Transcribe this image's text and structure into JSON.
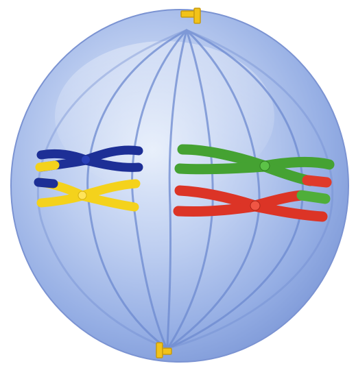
{
  "figure": {
    "subject": "cell-division",
    "colors": {
      "cell_fill_center": "#dfe8f8",
      "cell_fill_mid": "#aec2ec",
      "cell_fill_edge": "#7f9ad8",
      "cell_outline": "#6f88c8",
      "spindle_fiber": "#6d8ad0",
      "centriole": "#f2c31a",
      "chromosome_blue": "#2136a8",
      "chromosome_yellow": "#f4d21c",
      "chromosome_green": "#4fae3a",
      "chromosome_red": "#e03a2a"
    },
    "chromosome_pairs": [
      {
        "left_chromatid": "blue",
        "left_tip": "yellow",
        "right_chromatid": "yellow",
        "right_tip": "blue"
      },
      {
        "left_chromatid": "green",
        "left_tip": "red",
        "right_chromatid": "red",
        "right_tip": "green"
      }
    ]
  }
}
